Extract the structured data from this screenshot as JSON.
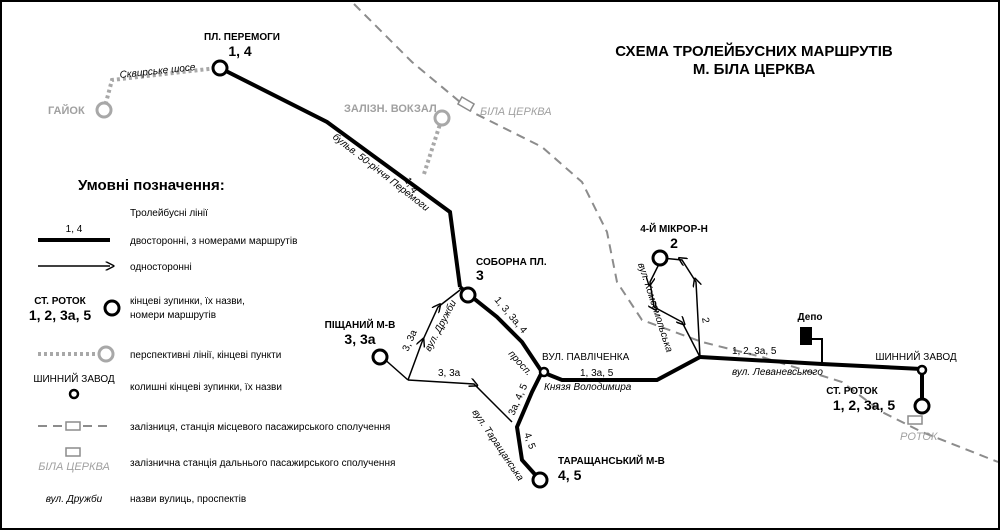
{
  "title": {
    "line1": "СХЕМА ТРОЛЕЙБУСНИХ МАРШРУТІВ",
    "line2": "М. БІЛА ЦЕРКВА"
  },
  "colors": {
    "trolley": "#000000",
    "perspective": "#a8a8a8",
    "railway": "#8c8c8c"
  },
  "stops": {
    "peremohy": {
      "name": "ПЛ. ПЕРЕМОГИ",
      "routes": "1, 4"
    },
    "soborna": {
      "name": "СОБОРНА ПЛ.",
      "routes": "3"
    },
    "pishchanyi": {
      "name": "ПІЩАНИЙ М-В",
      "routes": "3, 3а"
    },
    "mikror": {
      "name": "4-Й МІКРОР-Н",
      "routes": "2"
    },
    "tarashchanskyi": {
      "name": "ТАРАЩАНСЬКИЙ М-В",
      "routes": "4, 5"
    },
    "rotok": {
      "name": "СТ. РОТОК",
      "routes": "1, 2, 3а, 5"
    },
    "shynnyi": {
      "name": "ШИННИЙ ЗАВОД"
    },
    "pavlichenka": {
      "name": "ВУЛ. ПАВЛІЧЕНКА"
    },
    "depo": {
      "name": "Депо"
    }
  },
  "perspective_points": {
    "haiok": "ГАЙОК",
    "vokzal": "ЗАЛІЗН. ВОКЗАЛ"
  },
  "railway_stations": {
    "bila_tserkva": "БІЛА ЦЕРКВА",
    "rotok": "РОТОК"
  },
  "streets": {
    "skvyrske": "Сквирське шосе",
    "bulvar": "бульв. 50-річчя Перемоги",
    "druzhby": "вул. Дружби",
    "prosp": "просп.",
    "kniazia": "Князя Володимира",
    "levanevskoho": "вул. Леваневського",
    "komsomolska": "вул. Комсомольська",
    "tarashchanska": "вул. Таращанська"
  },
  "route_labels": {
    "bulvar": "1, 4",
    "soborna_south": "1, 3, 3а, 4",
    "druzhby": "3, 3а",
    "connector": "3, 3а",
    "main": "1, 3а, 5",
    "levanevskoho": "1, 2, 3а, 5",
    "komsomolska": "2",
    "tarash_north": "3а, 4, 5",
    "tarash_south": "4, 5"
  },
  "legend": {
    "title": "Умовні позначення:",
    "trolley_lines": "Тролейбусні лінії",
    "example_routes": "1, 4",
    "two_way": "двосторонні, з номерами маршрутів",
    "one_way": "односторонні",
    "terminal_name": "СТ. РОТОК",
    "terminal_routes": "1, 2, 3а, 5",
    "terminal_desc1": "кінцеві зупинки, їх назви,",
    "terminal_desc2": "номери маршрутів",
    "perspective": "перспективні лінії, кінцеві пункти",
    "former_name": "ШИННИЙ ЗАВОД",
    "former": "колишні кінцеві зупинки, їх назви",
    "railway": "залізниця, станція місцевого пасажирського сполучення",
    "long_station_name": "БІЛА ЦЕРКВА",
    "long_station": "залізнична станція дальнього пасажирського сполучення",
    "street_example": "вул. Дружби",
    "street_desc": "назви вулиць, проспектів"
  }
}
